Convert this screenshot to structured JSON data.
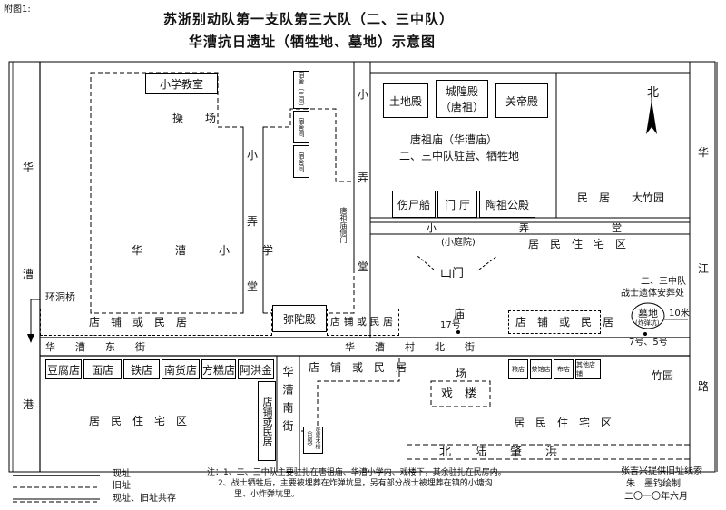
{
  "attachment_label": "附图1:",
  "title_line1": "苏浙别动队第一支队第三大队（二、三中队）",
  "title_line2": "华漕抗日遗址（牺牲地、墓地）示意图",
  "compass_label": "北",
  "roads": {
    "huacao_gang_left_1": "华",
    "huacao_gang_left_2": "漕",
    "huacao_gang_left_3": "港",
    "huacao_jiang_right_1": "华",
    "huacao_jiang_right_2": "江",
    "huacao_jiang_right_3": "路",
    "huanyong_bridge": "环洞桥",
    "xiaonongtang_vertical_1": "小",
    "xiaonongtang_vertical_2": "弄",
    "xiaonongtang_vertical_3": "堂",
    "xiaonongtang_right_1": "小",
    "xiaonongtang_right_2": "弄",
    "xiaonongtang_right_3": "堂",
    "xiaonongtang_h_1": "小",
    "xiaonongtang_h_2": "弄",
    "xiaonongtang_h_3": "堂",
    "huacao_dongjie": "华　　漕　　东　　街",
    "huacao_cunbeijie": "华　　漕　　村　　北　　街",
    "huacao_nanjie": "华漕南街",
    "beilu_zhaobang": "北　　陆　　肇　　浜",
    "tangzu_side_gate": "唐祖庙侧门"
  },
  "places": {
    "primary_classroom": "小学教室",
    "playground": "操　　场",
    "side_room_1": "宿舍（三间）",
    "side_room_2": "宿舍间",
    "side_room_3": "宿舍间",
    "tudi_hall": "土地殿",
    "chenghuang_hall": "城隍殿",
    "chenghuang_sub": "（唐祖）",
    "guandi_hall": "关帝殿",
    "tangzu_temple": "唐祖庙（华漕庙）",
    "tangzu_sub": "二、三中队驻营、牺牲地",
    "shangshi_boat": "伤尸船",
    "gate_hall": "门 厅",
    "taozu_hall": "陶祖公殿",
    "residents_bamboo": "民　居　　大竹园",
    "huacao_school": "华　　　漕　　　小　　　学",
    "small_courtyard": "(小庭院)",
    "mountain_gate": "山门",
    "residential_1": "居　民　住　宅　区",
    "temple": "庙",
    "no17": "17号",
    "shops_1": "店　铺　或　民　居",
    "mituo_hall": "弥陀殿",
    "shops_2": "店 铺 或 民 居",
    "shops_3": "店　铺　或　民　居",
    "grave_title": "二、三中队",
    "grave_sub": "战士遗体安葬处",
    "grave": "墓地",
    "grave_sub2": "(炸弹坑)",
    "grave_dist": "10米",
    "grave_no": "7号、5号",
    "tofu_shop": "豆腐店",
    "noodle_shop": "面店",
    "iron_shop": "铁店",
    "grocery": "南货店",
    "fangmian_shop": "方糕店",
    "ahong": "阿洪金",
    "shops_vertical": "店铺或民居",
    "residential_2": "居　民　住　宅　区",
    "shops_4": "店　铺　或　民　居",
    "xi_chang": "场",
    "theater": "戏　楼",
    "small_shop_1": "粮店",
    "small_shop_2": "茶馆店",
    "small_shop_3": "布店",
    "small_shop_4": "其他店铺",
    "bamboo_garden": "竹园",
    "residential_3": "居　民　住　宅　区",
    "zhang_bridge_note": "张家木桥（已毁）"
  },
  "legend": {
    "current": "现址",
    "old": "旧址",
    "both": "现址、旧址共存"
  },
  "notes": {
    "line1": "注：1、二、三中队主要驻扎在唐祖庙、华漕小学内、戏楼下，其余驻扎在民房内。",
    "line2": "2、战士牺牲后，主要被埋葬在炸弹坑里，另有部分战士被埋葬在镇的小塘沟",
    "line3": "里、小炸弹坑里。"
  },
  "credits": {
    "line1": "张吉兴提供旧址线索",
    "line2": "朱　墨钧绘制",
    "line3": "二〇一〇年六月"
  }
}
